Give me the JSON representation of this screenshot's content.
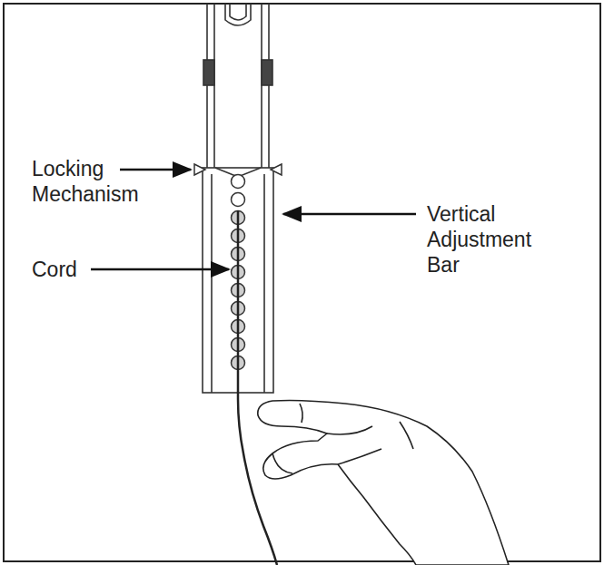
{
  "diagram": {
    "labels": [
      "Locking Mechanism",
      "Cord",
      "Vertical Adjustment Bar"
    ]
  }
}
